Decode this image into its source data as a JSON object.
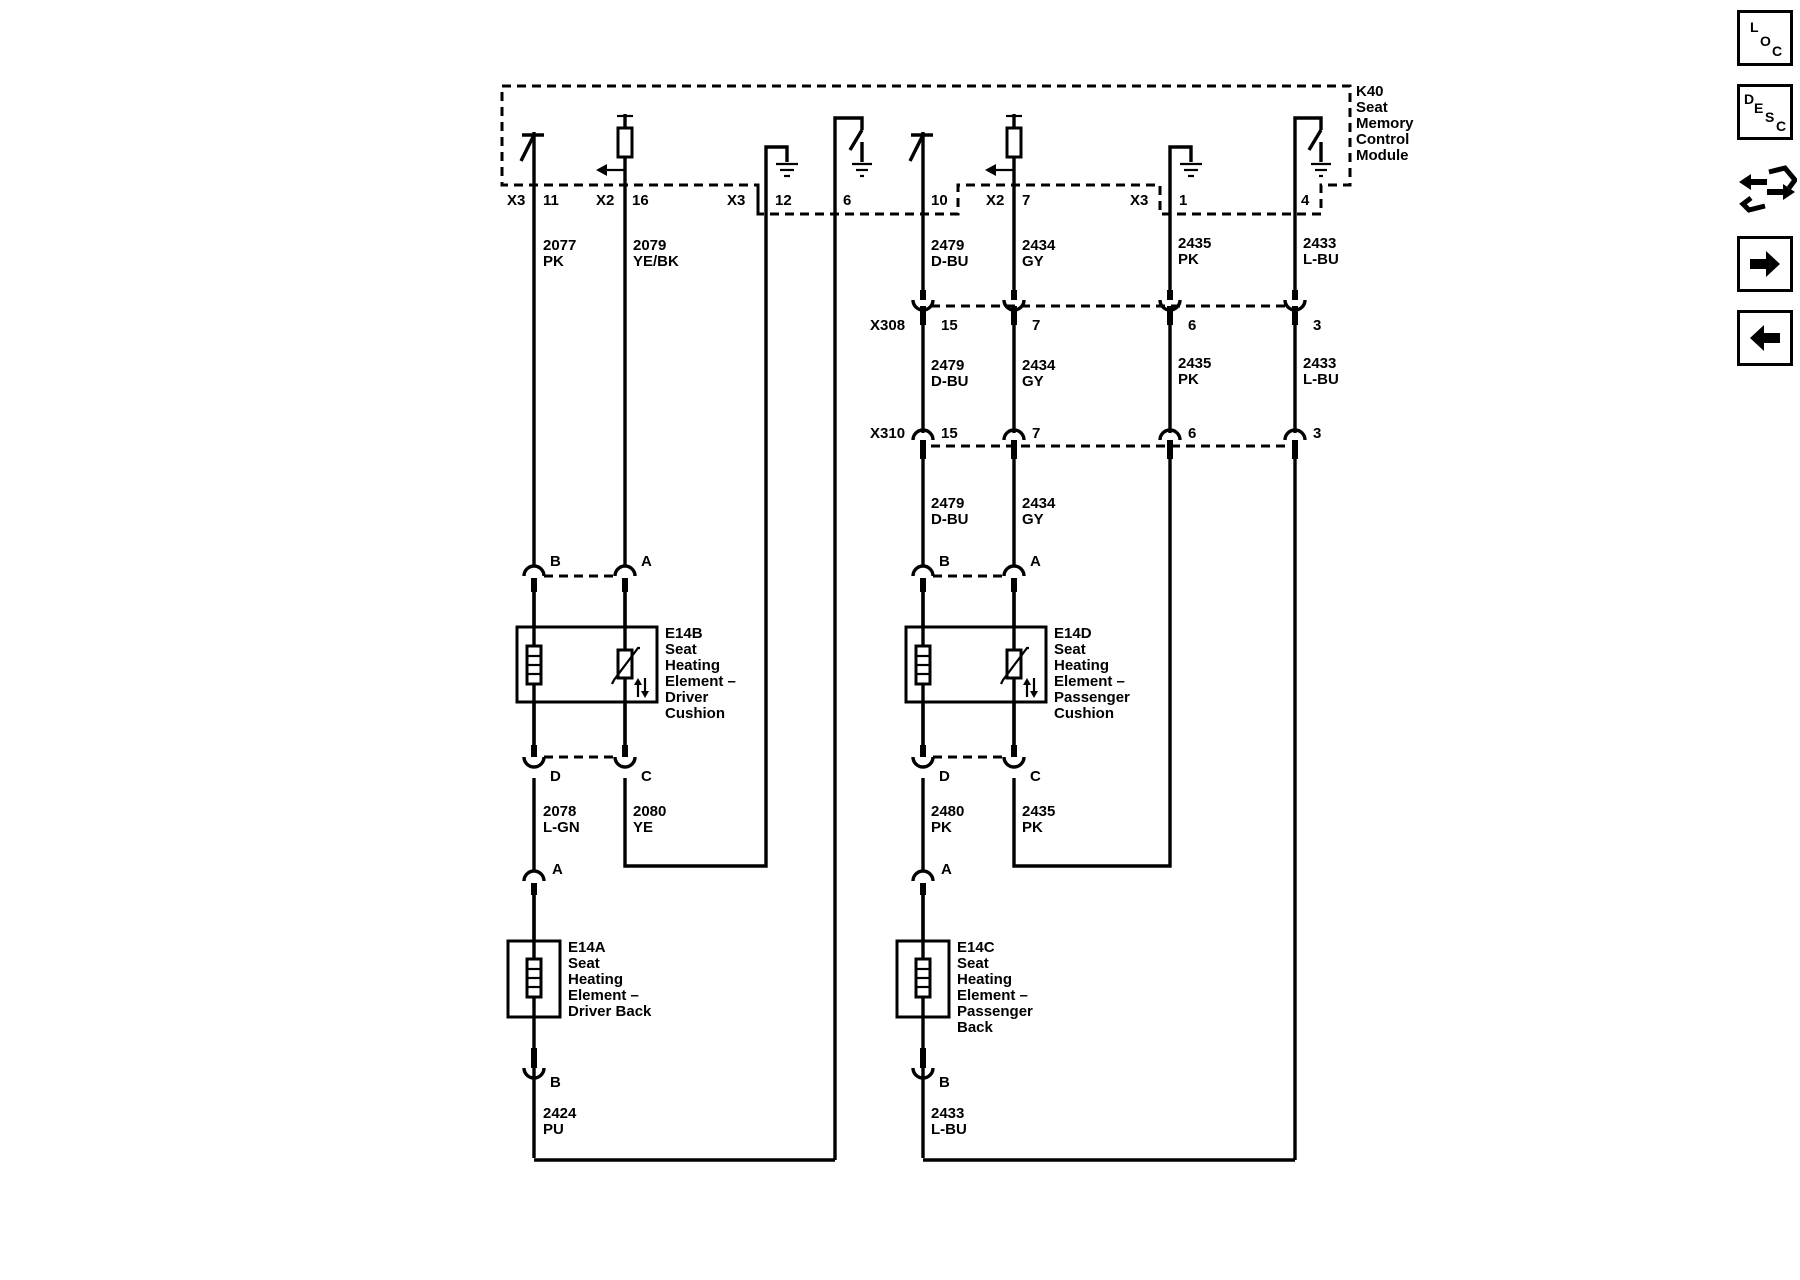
{
  "module": {
    "name": "K40",
    "lines": [
      "Seat",
      "Memory",
      "Control",
      "Module"
    ]
  },
  "pins": {
    "x3_11": [
      "X3",
      "11"
    ],
    "x2_16": [
      "X2",
      "16"
    ],
    "x3_12": [
      "X3",
      "12"
    ],
    "x3_6": "6",
    "x3_10": "10",
    "x2_7": [
      "X2",
      "7"
    ],
    "x3_1": [
      "X3",
      "1"
    ],
    "x3_4": "4"
  },
  "wires": {
    "w2077": [
      "2077",
      "PK"
    ],
    "w2079": [
      "2079",
      "YE/BK"
    ],
    "w2479a": [
      "2479",
      "D-BU"
    ],
    "w2434a": [
      "2434",
      "GY"
    ],
    "w2435a": [
      "2435",
      "PK"
    ],
    "w2433a": [
      "2433",
      "L-BU"
    ],
    "w2479b": [
      "2479",
      "D-BU"
    ],
    "w2434b": [
      "2434",
      "GY"
    ],
    "w2435b": [
      "2435",
      "PK"
    ],
    "w2433b": [
      "2433",
      "L-BU"
    ],
    "w2479c": [
      "2479",
      "D-BU"
    ],
    "w2434c": [
      "2434",
      "GY"
    ],
    "w2078": [
      "2078",
      "L-GN"
    ],
    "w2080": [
      "2080",
      "YE"
    ],
    "w2480": [
      "2480",
      "PK"
    ],
    "w2435c": [
      "2435",
      "PK"
    ],
    "w2424": [
      "2424",
      "PU"
    ],
    "w2433c": [
      "2433",
      "L-BU"
    ]
  },
  "connectors": {
    "x308": {
      "name": "X308",
      "pins": [
        "15",
        "7",
        "6",
        "3"
      ]
    },
    "x310": {
      "name": "X310",
      "pins": [
        "15",
        "7",
        "6",
        "3"
      ]
    },
    "e14b_top": [
      "B",
      "A"
    ],
    "e14b_bot": [
      "D",
      "C"
    ],
    "e14d_top": [
      "B",
      "A"
    ],
    "e14d_bot": [
      "D",
      "C"
    ],
    "e14a_top": "A",
    "e14a_bot": "B",
    "e14c_top": "A",
    "e14c_bot": "B"
  },
  "components": {
    "e14b": [
      "E14B",
      "Seat",
      "Heating",
      "Element –",
      "Driver",
      "Cushion"
    ],
    "e14d": [
      "E14D",
      "Seat",
      "Heating",
      "Element –",
      "Passenger",
      "Cushion"
    ],
    "e14a": [
      "E14A",
      "Seat",
      "Heating",
      "Element –",
      "Driver Back"
    ],
    "e14c": [
      "E14C",
      "Seat",
      "Heating",
      "Element –",
      "Passenger",
      "Back"
    ]
  },
  "nav": {
    "loc": [
      "L",
      "O",
      "C"
    ],
    "desc": [
      "D",
      "E",
      "S",
      "C"
    ],
    "icons": [
      "connector-icon",
      "next-arrow-icon",
      "previous-arrow-icon"
    ]
  }
}
